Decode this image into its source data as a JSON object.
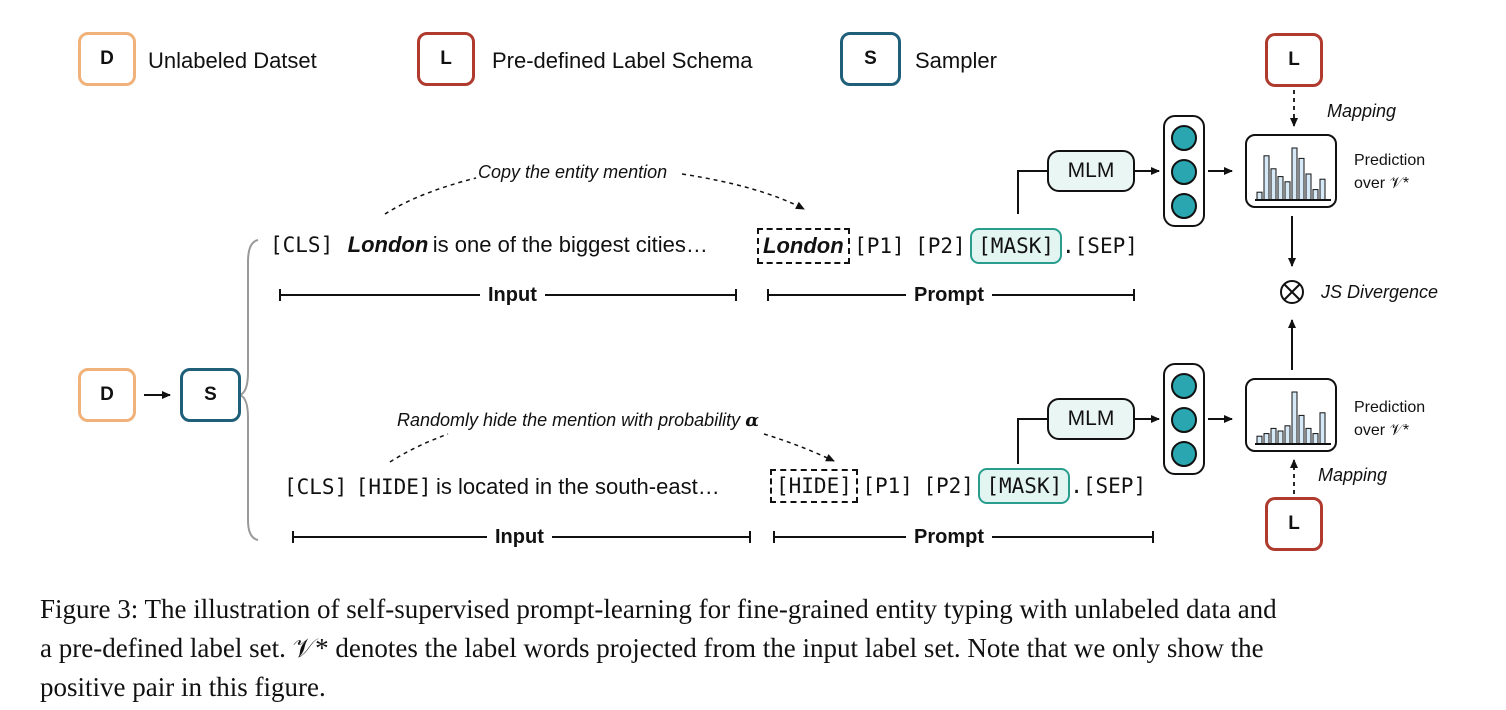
{
  "legend": {
    "dataset_letter": "D",
    "dataset_label": "Unlabeled Datset",
    "schema_letter": "L",
    "schema_label": "Pre-defined Label Schema",
    "sampler_letter": "S",
    "sampler_label": "Sampler"
  },
  "colors": {
    "dataset": "#f0b27a",
    "schema": "#b03a2e",
    "sampler": "#1f5f7a",
    "teal": "#2aa6b0",
    "mask_border": "#2a9d8f"
  },
  "left": {
    "dataset_letter": "D",
    "sampler_letter": "S"
  },
  "top": {
    "annotation": "Copy the entity mention",
    "cls": "[CLS]",
    "mention": "London",
    "sentence_rest": "is one of the biggest cities…",
    "prompt_mention": "London",
    "p1": "[P1]",
    "p2": "[P2]",
    "mask": "[MASK]",
    "sep": ".[SEP]",
    "input_label": "Input",
    "prompt_label": "Prompt",
    "mlm": "MLM",
    "mapping": "Mapping",
    "schema_letter": "L",
    "prediction_line1": "Prediction",
    "prediction_line2": "over 𝒱*"
  },
  "bottom": {
    "annotation_text": "Randomly hide the mention with probability",
    "annotation_symbol": "α",
    "cls": "[CLS]",
    "hide": "[HIDE]",
    "sentence_rest": "is located in the south-east…",
    "prompt_hide": "[HIDE]",
    "p1": "[P1]",
    "p2": "[P2]",
    "mask": "[MASK]",
    "sep": ".[SEP]",
    "input_label": "Input",
    "prompt_label": "Prompt",
    "mlm": "MLM",
    "mapping": "Mapping",
    "schema_letter": "L",
    "prediction_line1": "Prediction",
    "prediction_line2": "over 𝒱*"
  },
  "js_label": "JS Divergence",
  "histograms": {
    "top": [
      0.15,
      0.85,
      0.6,
      0.45,
      0.35,
      1.0,
      0.8,
      0.5,
      0.2,
      0.4
    ],
    "bottom": [
      0.15,
      0.2,
      0.3,
      0.25,
      0.35,
      1.0,
      0.55,
      0.3,
      0.2,
      0.6
    ]
  },
  "caption": {
    "line1": "Figure 3: The illustration of self-supervised prompt-learning for fine-grained entity typing with unlabeled data and",
    "line2": "a pre-defined label set. 𝒱* denotes the label words projected from the input label set. Note that we only show the",
    "line3": "positive pair in this figure."
  }
}
